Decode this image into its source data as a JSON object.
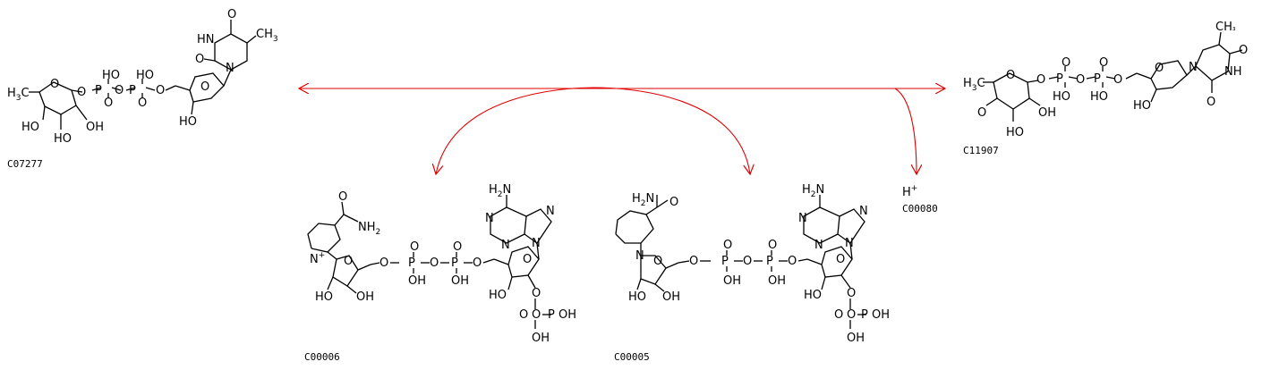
{
  "compounds": [
    {
      "id": "C07277"
    },
    {
      "id": "C11907"
    },
    {
      "id": "C00006"
    },
    {
      "id": "C00005"
    },
    {
      "id": "C00080",
      "formula_main": "H",
      "formula_charge": "+"
    }
  ],
  "colors": {
    "arrow": "#e00000",
    "structure": "#000000"
  }
}
